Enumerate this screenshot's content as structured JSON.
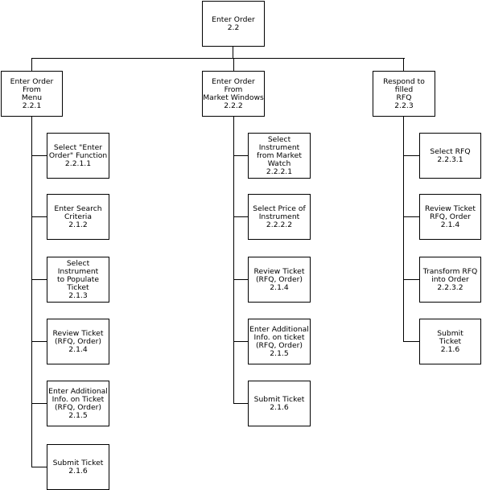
{
  "root": {
    "title": "Enter Order",
    "number": "2.2"
  },
  "branches": [
    {
      "title": "Enter Order From\nMenu",
      "number": "2.2.1",
      "children": [
        {
          "title": "Select \"Enter\nOrder\" Function",
          "number": "2.2.1.1"
        },
        {
          "title": "Enter Search\nCriteria",
          "number": "2.1.2"
        },
        {
          "title": "Select Instrument\nto Populate Ticket",
          "number": "2.1.3"
        },
        {
          "title": "Review Ticket\n(RFQ, Order)",
          "number": "2.1.4"
        },
        {
          "title": "Enter Additional\nInfo. on Ticket\n(RFQ, Order)",
          "number": "2.1.5"
        },
        {
          "title": "Submit Ticket",
          "number": "2.1.6"
        }
      ]
    },
    {
      "title": "Enter Order From\nMarket Windows",
      "number": "2.2.2",
      "children": [
        {
          "title": "Select Instrument\nfrom Market Watch",
          "number": "2.2.2.1"
        },
        {
          "title": "Select Price of\nInstrument",
          "number": "2.2.2.2"
        },
        {
          "title": "Review Ticket\n(RFQ, Order)",
          "number": "2.1.4"
        },
        {
          "title": "Enter Additional\nInfo. on ticket\n(RFQ, Order)",
          "number": "2.1.5"
        },
        {
          "title": "Submit Ticket",
          "number": "2.1.6"
        }
      ]
    },
    {
      "title": "Respond  to filled\nRFQ",
      "number": "2.2.3",
      "children": [
        {
          "title": "Select RFQ",
          "number": "2.2.3.1"
        },
        {
          "title": "Review Ticket\nRFQ, Order",
          "number": "2.1.4"
        },
        {
          "title": "Transform RFQ\ninto Order",
          "number": "2.2.3.2"
        },
        {
          "title": "Submit\nTicket",
          "number": "2.1.6"
        }
      ]
    }
  ]
}
